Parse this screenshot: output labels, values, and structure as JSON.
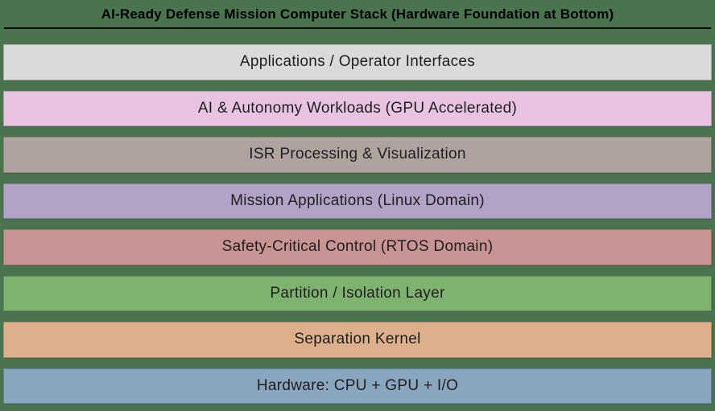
{
  "title": "AI-Ready Defense Mission Computer Stack (Hardware Foundation at Bottom)",
  "colors": {
    "background": "#4a7350",
    "divider": "#000000",
    "title_text": "#000000",
    "label_text": "#1f1f1f"
  },
  "layers": [
    {
      "label": "Applications / Operator Interfaces",
      "color": "#dadada"
    },
    {
      "label": "AI & Autonomy Workloads (GPU Accelerated)",
      "color": "#e9c4e2"
    },
    {
      "label": "ISR Processing & Visualization",
      "color": "#afa3a0"
    },
    {
      "label": "Mission Applications (Linux Domain)",
      "color": "#b1a2c6"
    },
    {
      "label": "Safety-Critical Control (RTOS Domain)",
      "color": "#c89393"
    },
    {
      "label": "Partition / Isolation Layer",
      "color": "#7db26f"
    },
    {
      "label": "Separation Kernel",
      "color": "#dbb08a"
    },
    {
      "label": "Hardware: CPU + GPU + I/O",
      "color": "#8aa5c0"
    }
  ]
}
